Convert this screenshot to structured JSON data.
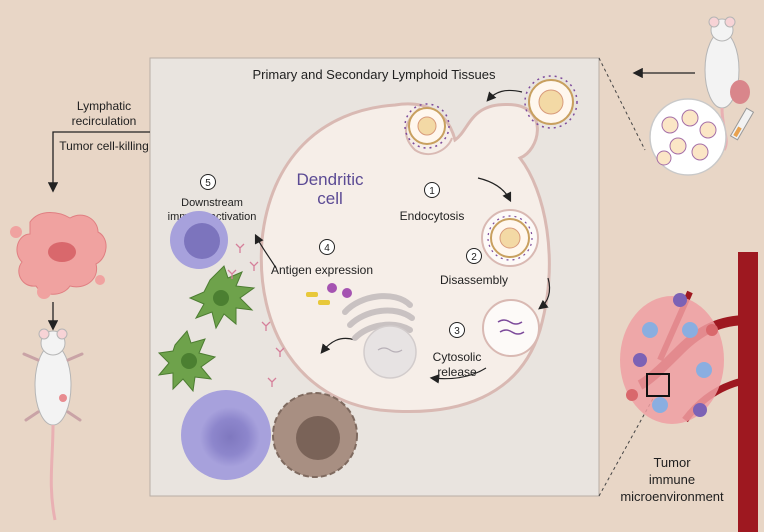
{
  "panel": {
    "title": "Primary and Secondary Lymphoid Tissues"
  },
  "dendritic_cell": {
    "label_line1": "Dendritic",
    "label_line2": "cell"
  },
  "steps": [
    {
      "number": "1",
      "label": "Endocytosis"
    },
    {
      "number": "2",
      "label": "Disassembly"
    },
    {
      "number": "3",
      "label_line1": "Cytosolic",
      "label_line2": "release"
    },
    {
      "number": "4",
      "label": "Antigen expression"
    },
    {
      "number": "5",
      "label_line1": "Downstream",
      "label_line2": "immune activation"
    }
  ],
  "left_flow": {
    "line1": "Lymphatic",
    "line2": "recirculation",
    "line3": "Tumor cell-killing"
  },
  "tumor_env": {
    "line1": "Tumor",
    "line2": "immune",
    "line3": "microenvironment"
  },
  "colors": {
    "background": "#e8d6c6",
    "panel": "#e9e4df",
    "cell_fill": "#f6eee8",
    "cell_stroke": "#d9b9b3",
    "dendritic_label": "#5b4a94",
    "vessel": "#9e1820"
  }
}
